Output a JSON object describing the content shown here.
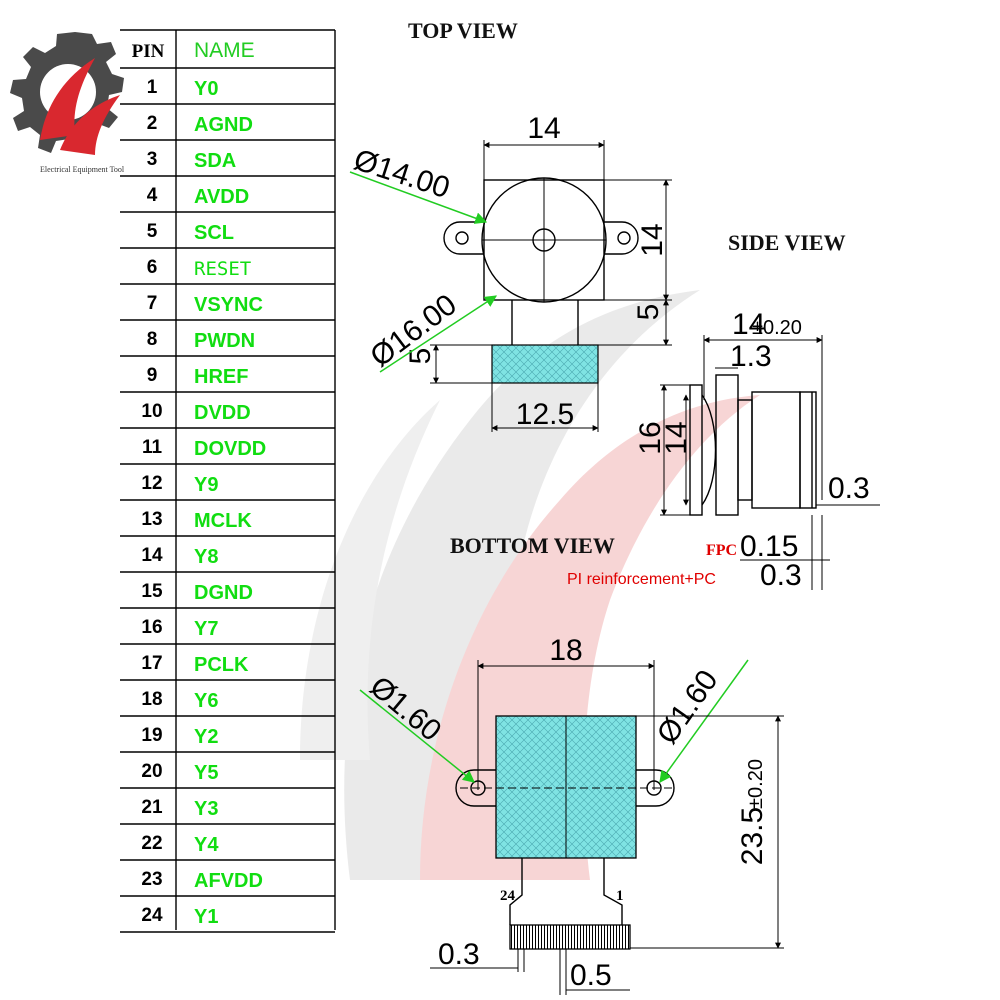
{
  "logo": {
    "caption": "Electrical Equipment Tool",
    "colors": {
      "red": "#d9282f",
      "gray": "#4a4a4a",
      "watermark_red": "#f4b8b8",
      "watermark_gray": "#d8d8d8"
    }
  },
  "pin_table": {
    "header_pin": "PIN",
    "header_name": "NAME",
    "rows": [
      {
        "pin": "1",
        "name": "Y0"
      },
      {
        "pin": "2",
        "name": "AGND"
      },
      {
        "pin": "3",
        "name": "SDA"
      },
      {
        "pin": "4",
        "name": "AVDD"
      },
      {
        "pin": "5",
        "name": "SCL"
      },
      {
        "pin": "6",
        "name": "RESET"
      },
      {
        "pin": "7",
        "name": "VSYNC"
      },
      {
        "pin": "8",
        "name": "PWDN"
      },
      {
        "pin": "9",
        "name": "HREF"
      },
      {
        "pin": "10",
        "name": "DVDD"
      },
      {
        "pin": "11",
        "name": "DOVDD"
      },
      {
        "pin": "12",
        "name": "Y9"
      },
      {
        "pin": "13",
        "name": "MCLK"
      },
      {
        "pin": "14",
        "name": "Y8"
      },
      {
        "pin": "15",
        "name": "DGND"
      },
      {
        "pin": "16",
        "name": "Y7"
      },
      {
        "pin": "17",
        "name": "PCLK"
      },
      {
        "pin": "18",
        "name": "Y6"
      },
      {
        "pin": "19",
        "name": "Y2"
      },
      {
        "pin": "20",
        "name": "Y5"
      },
      {
        "pin": "21",
        "name": "Y3"
      },
      {
        "pin": "22",
        "name": "Y4"
      },
      {
        "pin": "23",
        "name": "AFVDD"
      },
      {
        "pin": "24",
        "name": "Y1"
      }
    ],
    "colors": {
      "name_text": "#11dd11",
      "pin_text": "#000000"
    }
  },
  "top_view": {
    "title": "TOP VIEW",
    "width_dim": "14",
    "lens_diameter": "Ø14.00",
    "height_dim": "14",
    "outer_diameter": "Ø16.00",
    "neck_dim": "5",
    "connector_height_dim": "5",
    "connector_width_dim": "12.5",
    "connector_fill": "#7fe3e3"
  },
  "side_view": {
    "title": "SIDE VIEW",
    "length_dim": "14",
    "length_tol": "±0.20",
    "lens_dim": "1.3",
    "outer_height_dim": "16",
    "inner_height_dim": "14",
    "back_dim": "0.3",
    "fpc_label": "FPC",
    "fpc_dim": "0.15",
    "reinforcement_label": "PI reinforcement+PC",
    "reinforcement_dim": "0.3"
  },
  "bottom_view": {
    "title": "BOTTOM VIEW",
    "width_dim": "18",
    "hole_left": "Ø1.60",
    "hole_right": "Ø1.60",
    "length_dim": "23.5",
    "length_tol": "±0.20",
    "pin_first": "24",
    "pin_last": "1",
    "pitch_thickness": "0.3",
    "pitch_dim": "0.5",
    "board_fill": "#7fe3e3"
  }
}
